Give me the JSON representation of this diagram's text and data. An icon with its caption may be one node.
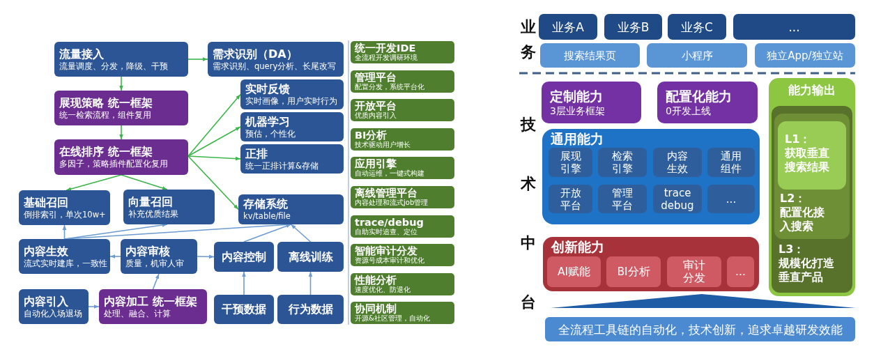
{
  "diagram": {
    "nodes": [
      {
        "text": [
          "流量接入",
          "流量调度、分发，降级、干预"
        ]
      },
      {
        "text": [
          "需求识别（DA）",
          "需求识别、query分析、长尾改写"
        ]
      },
      {
        "text": [
          "展现策略 统一框架",
          "统一检索流程，组件复用"
        ]
      },
      {
        "text": [
          "实时反馈",
          "实时画像，用户实时行为"
        ]
      },
      {
        "text": [
          "机器学习",
          "预估，个性化"
        ]
      },
      {
        "text": [
          "正排",
          "统一正排计算&存储"
        ]
      },
      {
        "text": [
          "在线排序 统一框架",
          "多因子，策略插件配置化复用"
        ]
      },
      {
        "text": [
          "基础召回",
          "倒排索引，单次10w+"
        ]
      },
      {
        "text": [
          "向量召回",
          "补充优质结果"
        ]
      },
      {
        "text": [
          "存储系统",
          "kv/table/file"
        ]
      },
      {
        "text": [
          "内容生效",
          "流式实时建库，一致性"
        ]
      },
      {
        "text": [
          "内容审核",
          "质量，机审人审"
        ]
      },
      {
        "text": [
          "内容控制"
        ]
      },
      {
        "text": [
          "离线训练"
        ]
      },
      {
        "text": [
          "内容引入",
          "自动化入场退场"
        ]
      },
      {
        "text": [
          "内容加工 统一框架",
          "处理、融合、计算"
        ]
      },
      {
        "text": [
          "干预数据"
        ]
      },
      {
        "text": [
          "行为数据"
        ]
      },
      {
        "text": [
          "统一开发IDE",
          "全流程开发调研环境"
        ]
      },
      {
        "text": [
          "管理平台",
          "配置分发，系统平台化"
        ]
      },
      {
        "text": [
          "开放平台",
          "优质内容引入"
        ]
      },
      {
        "text": [
          "BI分析",
          "技术驱动用户增长"
        ]
      },
      {
        "text": [
          "应用引擎",
          "自动运维，一键式构建"
        ]
      },
      {
        "text": [
          "离线管理平台",
          "内容处理和流式job管理"
        ]
      },
      {
        "text": [
          "trace/debug",
          "自助实时追查、定位"
        ]
      },
      {
        "text": [
          "智能审计分发",
          "资源号成本审计和优化"
        ]
      },
      {
        "text": [
          "性能分析",
          "速度优化、防退化"
        ]
      },
      {
        "text": [
          "协同机制",
          "开源&社区管理，自动化"
        ]
      },
      {
        "text": [
          "业务A"
        ]
      },
      {
        "text": [
          "业务B"
        ]
      },
      {
        "text": [
          "业务C"
        ]
      },
      {
        "text": [
          "..."
        ]
      },
      {
        "text": [
          "搜索结果页"
        ]
      },
      {
        "text": [
          "小程序"
        ]
      },
      {
        "text": [
          "独立App/独立站"
        ]
      },
      {
        "text": [
          "定制能力",
          "3层业务框架"
        ]
      },
      {
        "text": [
          "配置化能力",
          "0开发上线"
        ]
      },
      {
        "text": [
          "通用能力"
        ]
      },
      {
        "text": [
          "展现引擎"
        ],
        "in": 37
      },
      {
        "text": [
          "检索引擎"
        ],
        "in": 37
      },
      {
        "text": [
          "内容生效"
        ],
        "in": 37
      },
      {
        "text": [
          "通用组件"
        ],
        "in": 37
      },
      {
        "text": [
          "开放平台"
        ],
        "in": 37
      },
      {
        "text": [
          "管理平台"
        ],
        "in": 37
      },
      {
        "text": [
          "trace debug"
        ],
        "in": 37
      },
      {
        "text": [
          "..."
        ],
        "in": 37
      },
      {
        "text": [
          "创新能力"
        ]
      },
      {
        "text": [
          "AI赋能"
        ],
        "in": 46
      },
      {
        "text": [
          "BI分析"
        ],
        "in": 46
      },
      {
        "text": [
          "审计分发"
        ],
        "in": 46
      },
      {
        "text": [
          "..."
        ],
        "in": 46
      },
      {
        "text": [
          "能力输出"
        ]
      },
      {
        "text": [
          "L3：",
          "规模化打造垂直产品"
        ],
        "in": 51
      },
      {
        "text": [
          "L2：",
          "配置化接入搜索"
        ],
        "in": 52
      },
      {
        "text": [
          "L1：",
          "获取垂直搜索结果"
        ],
        "in": 53
      },
      {
        "text": [],
        "shape": "triangle"
      },
      {
        "text": [
          "全流程工具链的自动化，技术创新，追求卓越研发效能"
        ]
      }
    ],
    "edges": [
      {
        "from": 0,
        "to": 1,
        "arrow": "to",
        "color": "#3db54a"
      },
      {
        "from": 0,
        "to": 2,
        "arrow": "to",
        "color": "#3db54a"
      },
      {
        "from": 2,
        "to": 6,
        "arrow": "to",
        "color": "#3db54a"
      },
      {
        "from": 6,
        "to": 3,
        "arrow": "to",
        "color": "#3db54a"
      },
      {
        "from": 6,
        "to": 4,
        "arrow": "to",
        "color": "#3db54a"
      },
      {
        "from": 6,
        "to": 5,
        "arrow": "to",
        "color": "#3db54a"
      },
      {
        "from": 6,
        "to": 9,
        "arrow": "to",
        "color": "#3db54a"
      },
      {
        "from": 6,
        "to": 7,
        "arrow": "to",
        "color": "#3db54a"
      },
      {
        "from": 6,
        "to": 8,
        "arrow": "to",
        "color": "#3db54a"
      },
      {
        "from": 10,
        "to": 7,
        "arrow": "to"
      },
      {
        "from": 10,
        "to": 8,
        "arrow": "to"
      },
      {
        "from": 10,
        "to": 9,
        "arrow": "to"
      },
      {
        "from": 11,
        "to": 10,
        "arrow": "to"
      },
      {
        "from": 11,
        "to": 12,
        "arrow": "to"
      },
      {
        "from": 15,
        "to": 11,
        "arrow": "to"
      },
      {
        "from": 14,
        "to": 15,
        "arrow": "to"
      },
      {
        "from": 12,
        "to": 9,
        "arrow": "to"
      },
      {
        "from": 13,
        "to": 9,
        "arrow": "to"
      },
      {
        "from": 16,
        "to": 12,
        "arrow": "to"
      },
      {
        "from": 17,
        "to": 13,
        "arrow": "to"
      }
    ],
    "labels": [
      "业务",
      "技术中台"
    ]
  }
}
